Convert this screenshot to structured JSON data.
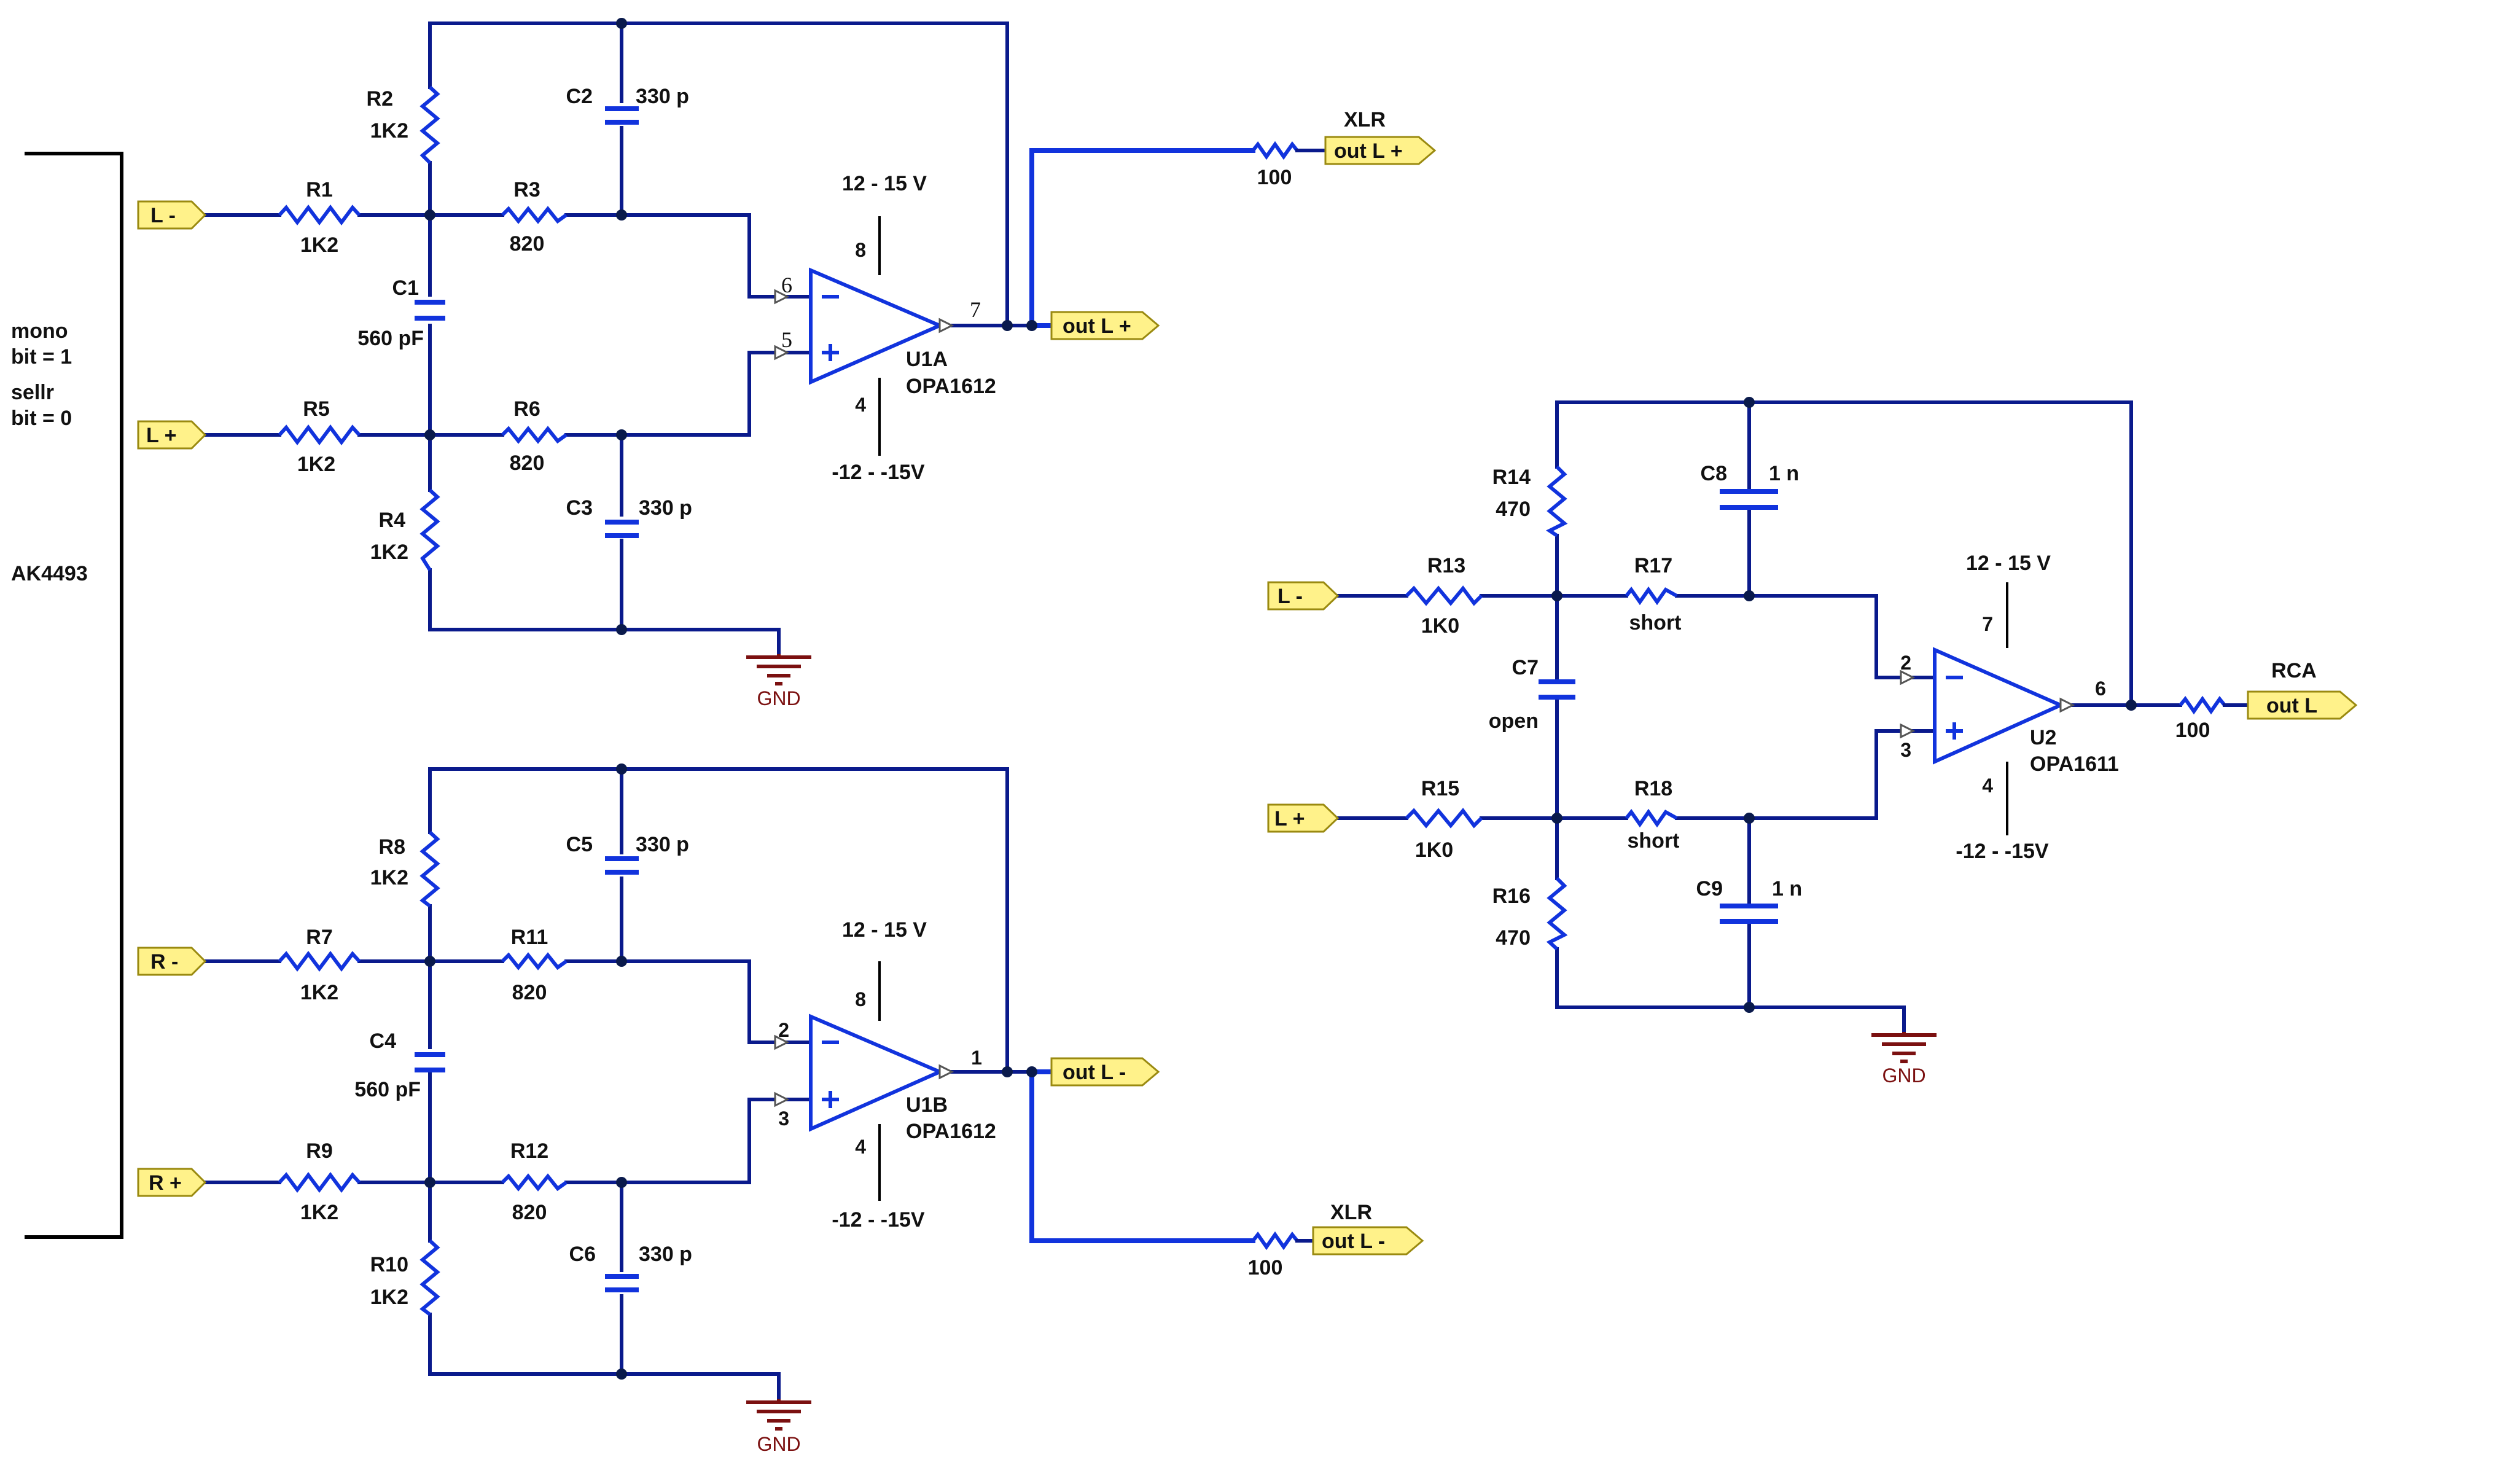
{
  "chip_block": {
    "label": "AK4493",
    "mode": [
      "mono",
      "bit = 1",
      "sellr",
      "bit = 0"
    ]
  },
  "ports": [
    {
      "id": "left_in_minus",
      "text": "L -"
    },
    {
      "id": "left_in_plus",
      "text": "L +"
    },
    {
      "id": "right_in_minus",
      "text": "R -"
    },
    {
      "id": "right_in_plus",
      "text": "R +"
    },
    {
      "id": "u1a_out",
      "text": "out L +"
    },
    {
      "id": "u1b_out",
      "text": "out L -"
    },
    {
      "id": "xlr_plus",
      "text": "out L +"
    },
    {
      "id": "xlr_minus",
      "text": "out L -"
    },
    {
      "id": "rca_in_minus",
      "text": "L -"
    },
    {
      "id": "rca_in_plus",
      "text": "L +"
    },
    {
      "id": "rca_out",
      "text": "out L"
    }
  ],
  "connector_labels": {
    "xlr_plus": "XLR",
    "xlr_minus": "XLR",
    "rca": "RCA"
  },
  "components": [
    {
      "ref": "R1",
      "value": "1K2"
    },
    {
      "ref": "R2",
      "value": "1K2"
    },
    {
      "ref": "R3",
      "value": "820"
    },
    {
      "ref": "R4",
      "value": "1K2"
    },
    {
      "ref": "R5",
      "value": "1K2"
    },
    {
      "ref": "R6",
      "value": "820"
    },
    {
      "ref": "C1",
      "value": "560 pF"
    },
    {
      "ref": "C2",
      "value": "330 p"
    },
    {
      "ref": "C3",
      "value": "330 p"
    },
    {
      "ref": "R7",
      "value": "1K2"
    },
    {
      "ref": "R8",
      "value": "1K2"
    },
    {
      "ref": "R9",
      "value": "1K2"
    },
    {
      "ref": "R10",
      "value": "1K2"
    },
    {
      "ref": "R11",
      "value": "820"
    },
    {
      "ref": "R12",
      "value": "820"
    },
    {
      "ref": "C4",
      "value": "560 pF"
    },
    {
      "ref": "C5",
      "value": "330 p"
    },
    {
      "ref": "C6",
      "value": "330 p"
    },
    {
      "ref": "R13",
      "value": "1K0"
    },
    {
      "ref": "R14",
      "value": "470"
    },
    {
      "ref": "R15",
      "value": "1K0"
    },
    {
      "ref": "R16",
      "value": "470"
    },
    {
      "ref": "R17",
      "value": "short"
    },
    {
      "ref": "R18",
      "value": "short"
    },
    {
      "ref": "C7",
      "value": "open"
    },
    {
      "ref": "C8",
      "value": "1 n"
    },
    {
      "ref": "C9",
      "value": "1 n"
    },
    {
      "ref": "",
      "value": "100"
    },
    {
      "ref": "",
      "value": "100"
    },
    {
      "ref": "",
      "value": "100"
    }
  ],
  "opamps": [
    {
      "ref": "U1A",
      "part": "OPA1612",
      "vpos": "12 - 15 V",
      "vneg": "-12 - -15V",
      "pins": {
        "inv": "6",
        "noninv": "5",
        "out": "7",
        "vp": "8",
        "vn": "4"
      }
    },
    {
      "ref": "U1B",
      "part": "OPA1612",
      "vpos": "12 - 15 V",
      "vneg": "-12 - -15V",
      "pins": {
        "inv": "2",
        "noninv": "3",
        "out": "1",
        "vp": "8",
        "vn": "4"
      }
    },
    {
      "ref": "U2",
      "part": "OPA1611",
      "vpos": "12 - 15 V",
      "vneg": "-12 - -15V",
      "pins": {
        "inv": "2",
        "noninv": "3",
        "out": "6",
        "vp": "7",
        "vn": "4"
      }
    }
  ],
  "ground": [
    "GND",
    "GND",
    "GND"
  ],
  "colors": {
    "wire": "#0a1a8c",
    "component": "#1133dd",
    "ground": "#7b1010",
    "port_fill": "#fff28a"
  }
}
